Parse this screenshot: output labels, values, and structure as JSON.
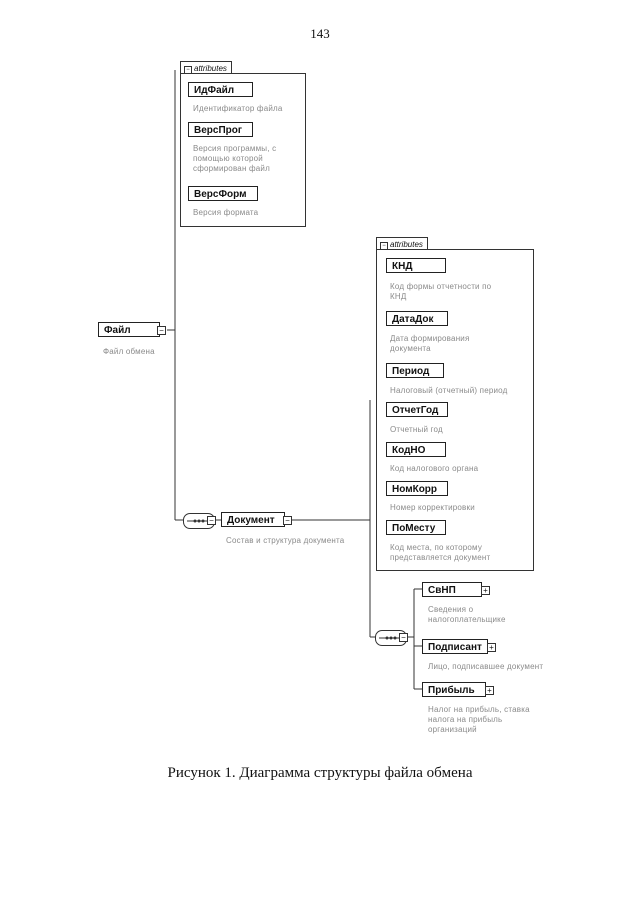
{
  "page_number": "143",
  "caption": "Рисунок 1. Диаграмма структуры файла обмена",
  "root": {
    "name": "Файл",
    "description": "Файл обмена"
  },
  "root_attributes": {
    "tab_label": "attributes",
    "items": [
      {
        "name": "ИдФайл",
        "description": [
          "Идентификатор файла"
        ]
      },
      {
        "name": "ВерсПрог",
        "description": [
          "Версия программы, с",
          "помощью которой",
          "сформирован файл"
        ]
      },
      {
        "name": "ВерсФорм",
        "description": [
          "Версия формата"
        ]
      }
    ]
  },
  "document": {
    "name": "Документ",
    "description": "Состав и структура документа"
  },
  "document_attributes": {
    "tab_label": "attributes",
    "items": [
      {
        "name": "КНД",
        "description": [
          "Код формы отчетности по",
          "КНД"
        ]
      },
      {
        "name": "ДатаДок",
        "description": [
          "Дата формирования",
          "документа"
        ]
      },
      {
        "name": "Период",
        "description": [
          "Налоговый (отчетный) период"
        ]
      },
      {
        "name": "ОтчетГод",
        "description": [
          "Отчетный год"
        ]
      },
      {
        "name": "КодНО",
        "description": [
          "Код налогового органа"
        ]
      },
      {
        "name": "НомКорр",
        "description": [
          "Номер корректировки"
        ]
      },
      {
        "name": "ПоМесту",
        "description": [
          "Код места, по которому",
          "представляется документ"
        ]
      }
    ]
  },
  "children": [
    {
      "name": "СвНП",
      "description": [
        "Сведения о",
        "налогоплательщике"
      ]
    },
    {
      "name": "Подписант",
      "description": [
        "Лицо, подписавшее документ"
      ]
    },
    {
      "name": "Прибыль",
      "description": [
        "Налог на прибыль, ставка",
        "налога на прибыль",
        "организаций"
      ]
    }
  ]
}
